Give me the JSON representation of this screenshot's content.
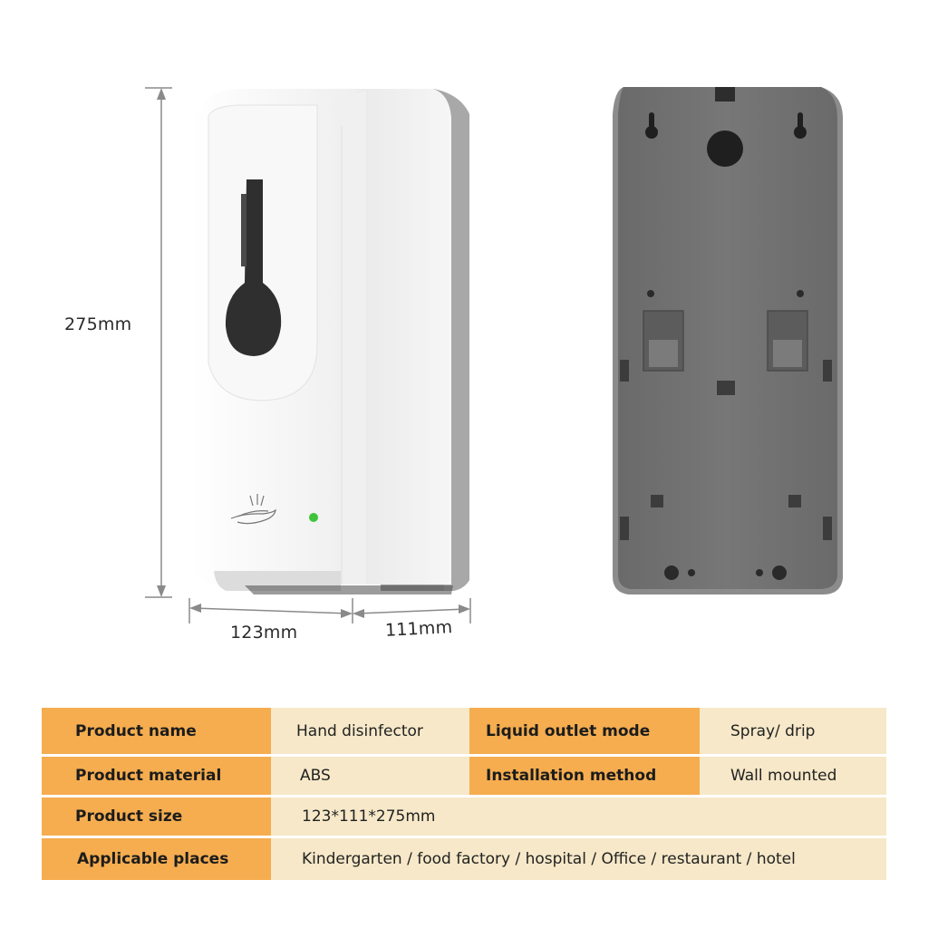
{
  "dimensions": {
    "height": "275mm",
    "width": "123mm",
    "depth": "111mm"
  },
  "device_icon": "hand-wave-sensor-icon",
  "colors": {
    "key_cell": "#f5ad4f",
    "value_cell": "#f6e8c8",
    "device_body": "#f4f4f4",
    "back_plate": "#6f6f6f",
    "indicator_led": "#3fc43a"
  },
  "specs": {
    "rows": [
      {
        "label": "Product name",
        "value": "Hand disinfector",
        "label2": "Liquid outlet mode",
        "value2": "Spray/ drip"
      },
      {
        "label": "Product material",
        "value": "ABS",
        "label2": "Installation method",
        "value2": "Wall mounted"
      },
      {
        "label": "Product size",
        "value": "123*111*275mm"
      },
      {
        "label": "Applicable places",
        "value": "Kindergarten / food factory / hospital / Office / restaurant / hotel"
      }
    ]
  }
}
